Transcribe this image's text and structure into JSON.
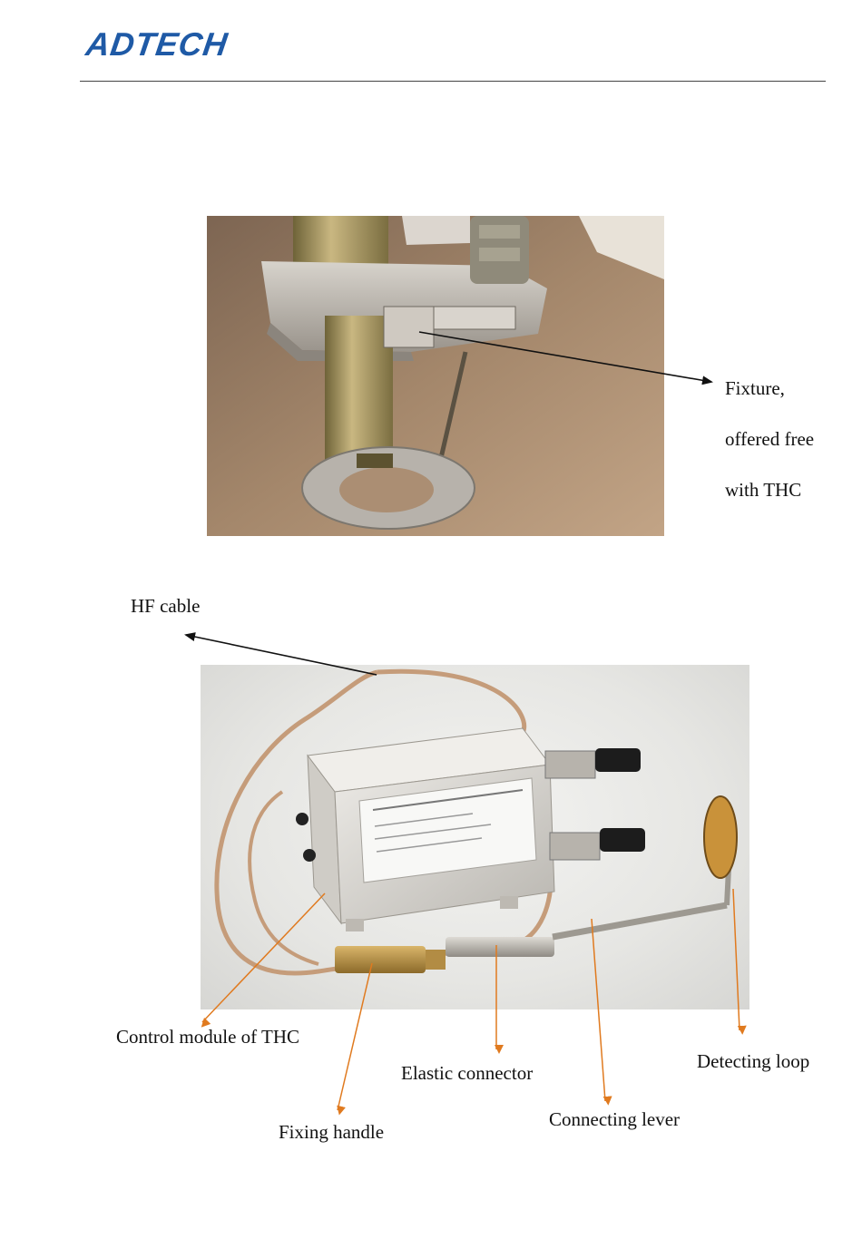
{
  "header": {
    "logo_text": "ADTECH"
  },
  "figure_top": {
    "callout_lines": [
      "Fixture,",
      "offered free",
      "with THC"
    ]
  },
  "figure_bottom": {
    "labels": {
      "hf_cable": "HF cable",
      "control_module": "Control module of THC",
      "elastic_connector": "Elastic connector",
      "detecting_loop": "Detecting loop",
      "fixing_handle": "Fixing handle",
      "connecting_lever": "Connecting lever"
    }
  },
  "colors": {
    "logo_blue": "#1f5aa6",
    "arrow_orange": "#e07a1f",
    "arrow_black": "#111111"
  }
}
